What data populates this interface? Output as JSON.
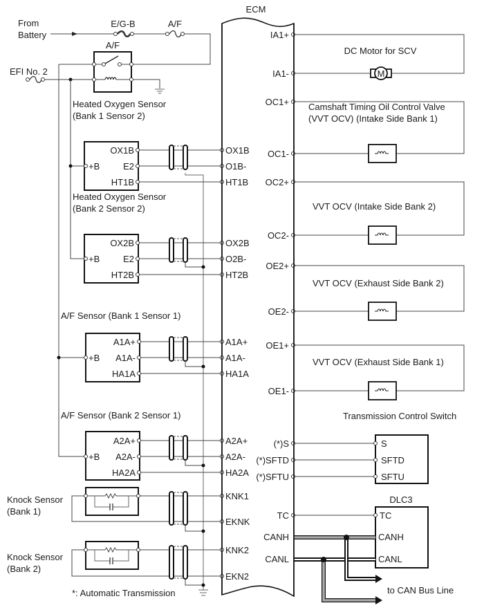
{
  "diagram": {
    "ecm_label": "ECM",
    "power": {
      "from_battery_line1": "From",
      "from_battery_line2": "Battery",
      "fuse_egb": "E/G-B",
      "fuse_af": "A/F",
      "relay_af": "A/F",
      "efi_no2": "EFI No. 2"
    },
    "ho2_b1s2": {
      "title_line1": "Heated Oxygen Sensor",
      "title_line2": "(Bank 1 Sensor 2)",
      "plus_b": "+B",
      "pins": [
        "OX1B",
        "E2",
        "HT1B"
      ],
      "ecm_pins": [
        "OX1B",
        "O1B-",
        "HT1B"
      ]
    },
    "ho2_b2s2": {
      "title_line1": "Heated Oxygen Sensor",
      "title_line2": "(Bank 2 Sensor 2)",
      "plus_b": "+B",
      "pins": [
        "OX2B",
        "E2",
        "HT2B"
      ],
      "ecm_pins": [
        "OX2B",
        "O2B-",
        "HT2B"
      ]
    },
    "af_b1s1": {
      "title": "A/F Sensor (Bank 1 Sensor 1)",
      "plus_b": "+B",
      "pins": [
        "A1A+",
        "A1A-",
        "HA1A"
      ],
      "ecm_pins": [
        "A1A+",
        "A1A-",
        "HA1A"
      ]
    },
    "af_b2s1": {
      "title": "A/F Sensor (Bank 2 Sensor 1)",
      "plus_b": "+B",
      "pins": [
        "A2A+",
        "A2A-",
        "HA2A"
      ],
      "ecm_pins": [
        "A2A+",
        "A2A-",
        "HA2A"
      ]
    },
    "knock_b1": {
      "title_line1": "Knock Sensor",
      "title_line2": "(Bank 1)",
      "ecm_pins": [
        "KNK1",
        "EKNK"
      ]
    },
    "knock_b2": {
      "title_line1": "Knock Sensor",
      "title_line2": "(Bank 2)",
      "ecm_pins": [
        "KNK2",
        "EKN2"
      ]
    },
    "footnote": "*: Automatic Transmission",
    "dc_motor": {
      "title": "DC Motor for SCV",
      "ecm_pins": [
        "IA1+",
        "IA1-"
      ],
      "symbol": "M"
    },
    "ocv_intake_b1": {
      "title_line1": "Camshaft Timing Oil Control Valve",
      "title_line2": "(VVT OCV) (Intake Side Bank 1)",
      "ecm_pins": [
        "OC1+",
        "OC1-"
      ]
    },
    "ocv_intake_b2": {
      "title": "VVT OCV (Intake Side Bank 2)",
      "ecm_pins": [
        "OC2+",
        "OC2-"
      ]
    },
    "ocv_exhaust_b2": {
      "title": "VVT OCV (Exhaust Side Bank 2)",
      "ecm_pins": [
        "OE2+",
        "OE2-"
      ]
    },
    "ocv_exhaust_b1": {
      "title": "VVT OCV (Exhaust Side Bank 1)",
      "ecm_pins": [
        "OE1+",
        "OE1-"
      ]
    },
    "trans_switch": {
      "title": "Transmission Control Switch",
      "ecm_pins": [
        "(*)S",
        "(*)SFTD",
        "(*)SFTU"
      ],
      "pins": [
        "S",
        "SFTD",
        "SFTU"
      ]
    },
    "dlc3": {
      "title": "DLC3",
      "ecm_pins": [
        "TC",
        "CANH",
        "CANL"
      ],
      "pins": [
        "TC",
        "CANH",
        "CANL"
      ],
      "can_bus_label": "to CAN Bus Line"
    }
  }
}
